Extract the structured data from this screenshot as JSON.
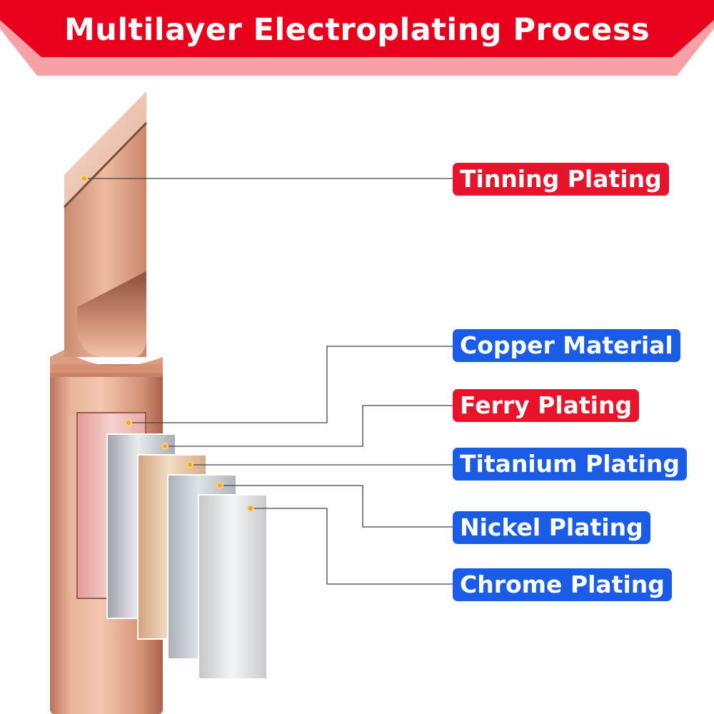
{
  "title": "Multilayer Electroplating Process",
  "colors": {
    "banner_red": "#e8001c",
    "banner_edge": "#f7a0a6",
    "label_red": "#e8142c",
    "label_blue": "#1a5ce6",
    "copper": "#d99a7e",
    "marker": "#f5a623"
  },
  "labels": [
    {
      "text": "Tinning Plating",
      "color": "red"
    },
    {
      "text": "Copper Material",
      "color": "blue"
    },
    {
      "text": "Ferry Plating",
      "color": "red"
    },
    {
      "text": "Titanium Plating",
      "color": "blue"
    },
    {
      "text": "Nickel Plating",
      "color": "blue"
    },
    {
      "text": "Chrome Plating",
      "color": "blue"
    }
  ]
}
